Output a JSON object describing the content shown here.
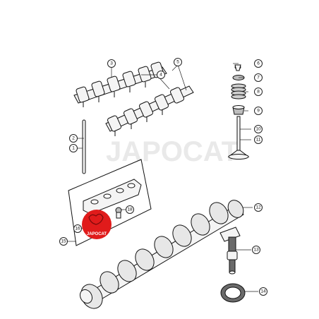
{
  "callouts": [
    {
      "n": "1"
    },
    {
      "n": "2"
    },
    {
      "n": "3"
    },
    {
      "n": "4"
    },
    {
      "n": "5"
    },
    {
      "n": "6"
    },
    {
      "n": "7"
    },
    {
      "n": "8"
    },
    {
      "n": "9"
    },
    {
      "n": "10"
    },
    {
      "n": "11"
    },
    {
      "n": "12"
    },
    {
      "n": "13"
    },
    {
      "n": "14"
    },
    {
      "n": "15"
    },
    {
      "n": "16"
    },
    {
      "n": "18"
    }
  ],
  "watermark": {
    "text": "JAPOCAT"
  },
  "logo": {
    "text": "JAPOCAT",
    "color": "#e01b1b"
  }
}
